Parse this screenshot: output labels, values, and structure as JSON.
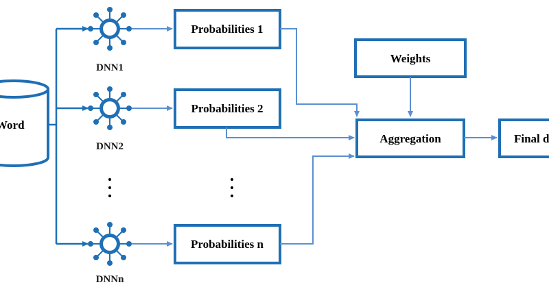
{
  "diagram": {
    "input_label": "Word",
    "dnn_labels": [
      "DNN1",
      "DNN2",
      "DNNn"
    ],
    "probability_labels": [
      "Probabilities 1",
      "Probabilities 2",
      "Probabilities n"
    ],
    "weights_label": "Weights",
    "aggregation_label": "Aggregation",
    "output_label": "Final decision",
    "colors": {
      "box_border": "#1f6fb5",
      "connector": "#5b8fd0",
      "icon": "#1f6fb5",
      "text": "#000000"
    }
  }
}
